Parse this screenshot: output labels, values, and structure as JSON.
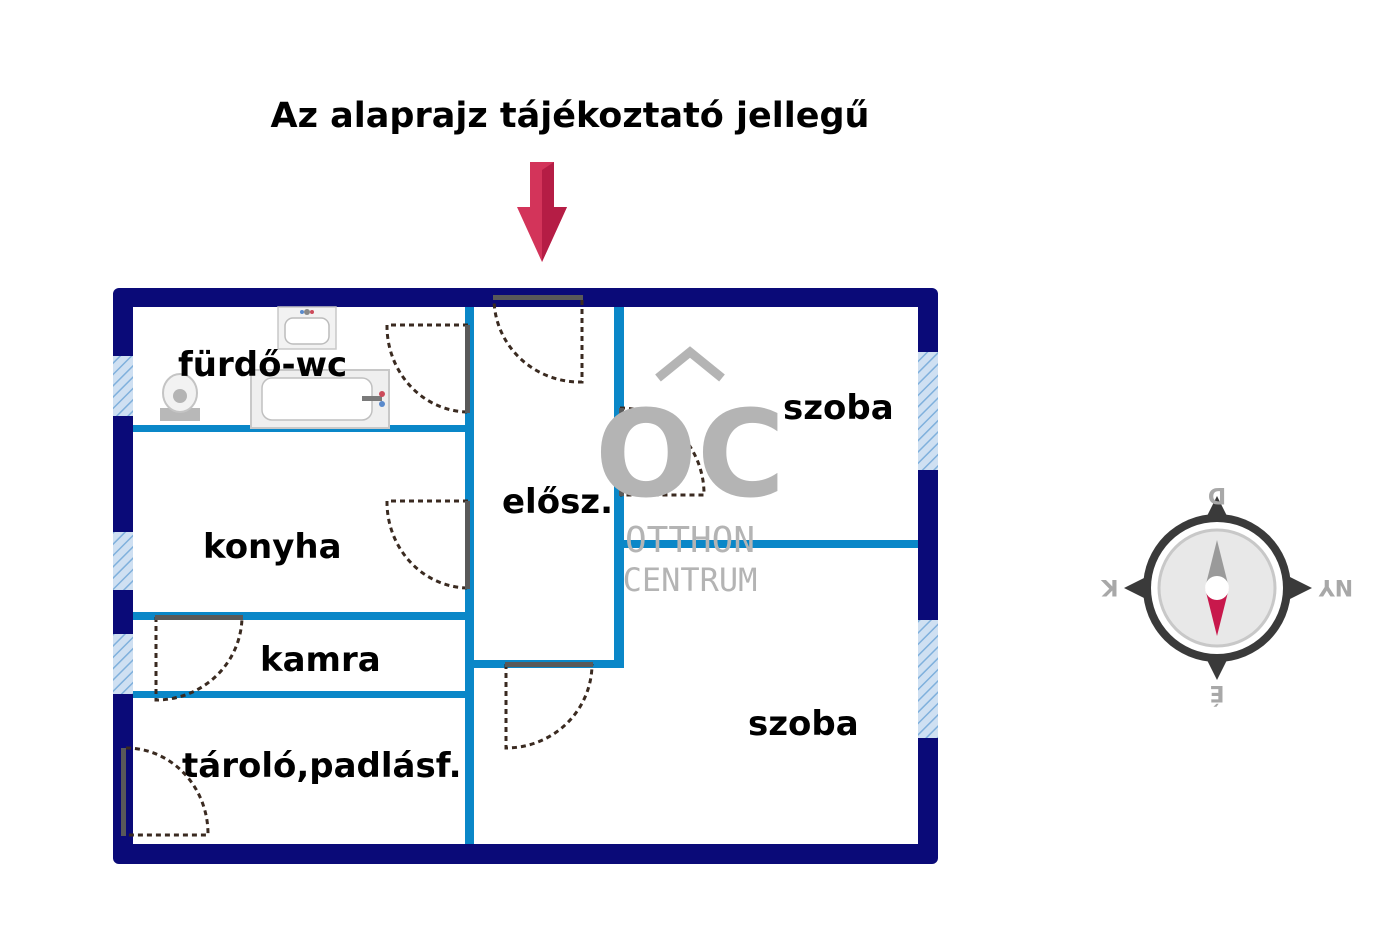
{
  "title": "Az alaprajz tájékoztató jellegű",
  "rooms": {
    "bathroom": "fürdő-wc",
    "kitchen": "konyha",
    "pantry": "kamra",
    "storage": "tároló,padlásf.",
    "hall": "előszoba",
    "hall_short": "elősz.",
    "room_top": "szoba",
    "room_bottom": "szoba"
  },
  "watermark": {
    "mark": "OC",
    "line1": "OTTHON",
    "line2": "CENTRUM"
  },
  "compass": {
    "north": "D",
    "south": "É",
    "east": "NY",
    "west": "K"
  },
  "colors": {
    "outer_wall": "#0a0a78",
    "inner_wall": "#0a87c8",
    "window": "#a8c8e8",
    "entrance_arrow": "#d3345a",
    "compass_ring": "#3a3a3a",
    "compass_needle_south": "#c8184c",
    "watermark": "#b4b4b4"
  },
  "icons": [
    "entrance-arrow-icon",
    "toilet-icon",
    "sink-icon",
    "bathtub-icon",
    "compass-icon"
  ]
}
